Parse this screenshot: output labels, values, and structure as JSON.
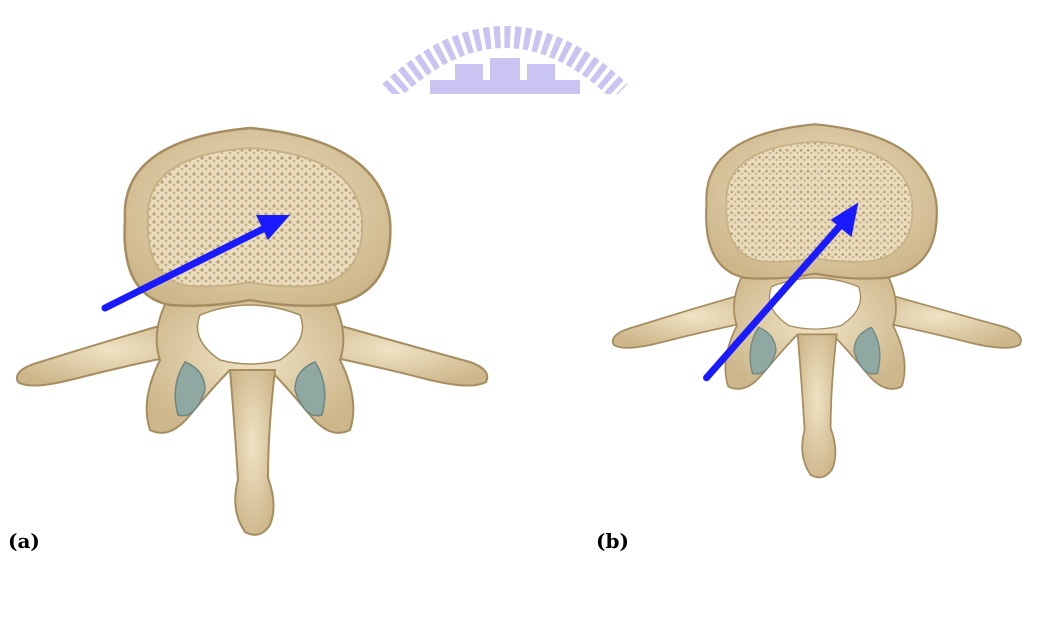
{
  "panels": [
    {
      "label": "(a)"
    },
    {
      "label": "(b)"
    }
  ],
  "colors": {
    "background": "#ffffff",
    "bone": "#e6d8b6",
    "bone_shadow": "#b8a47c",
    "cancellous": "#d6c49a",
    "cartilage": "#8fa8a2",
    "arrow": "#1a1aff",
    "watermark": "#c9c4f2"
  },
  "icons": {
    "watermark": "university-emblem-watermark",
    "arrow": "arrow-icon"
  }
}
